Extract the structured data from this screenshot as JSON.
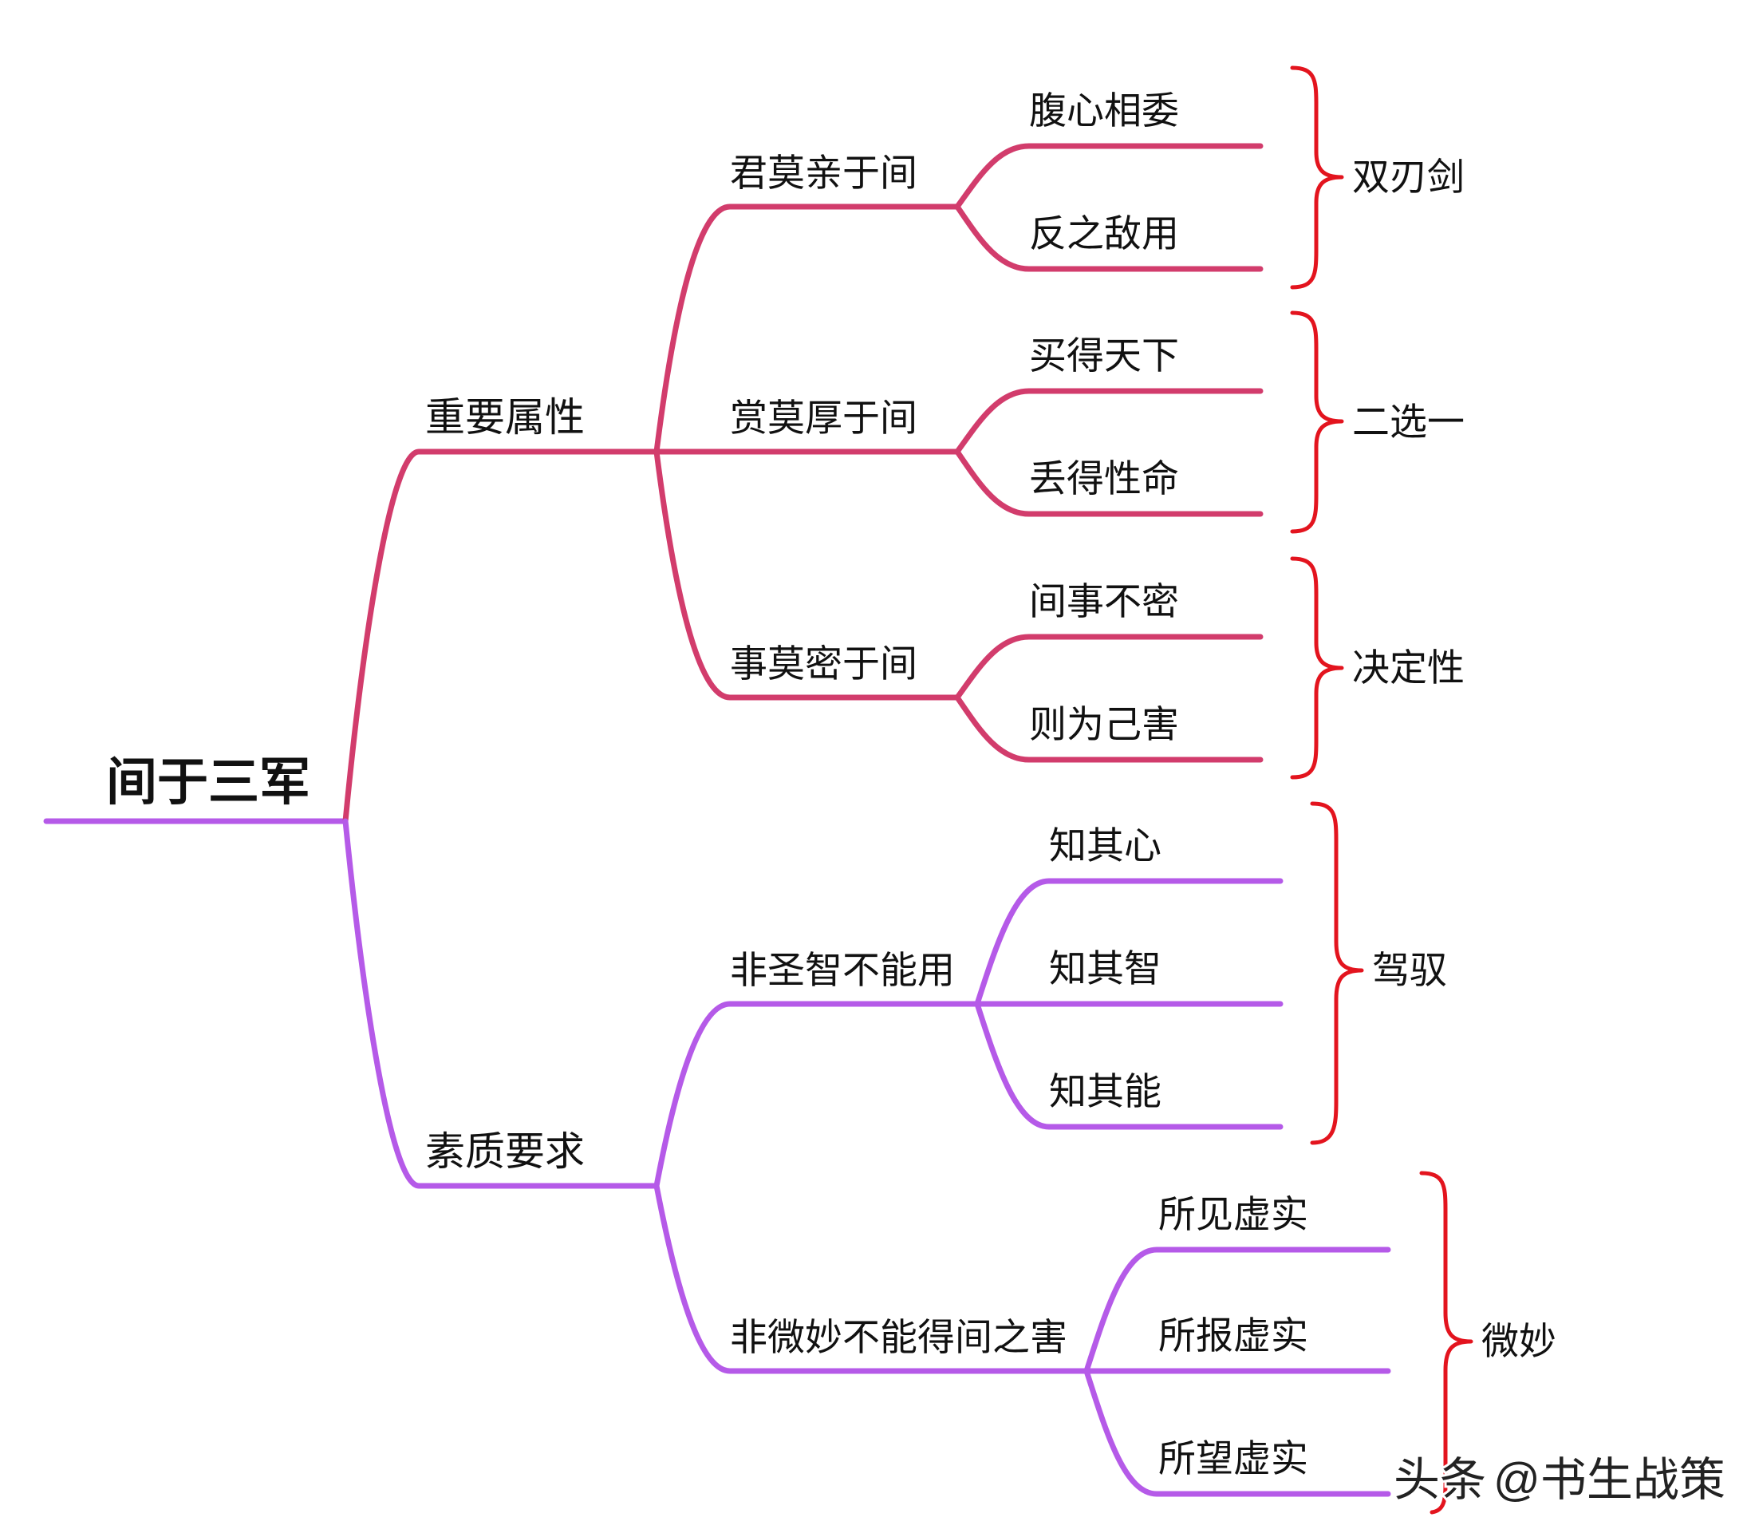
{
  "root": {
    "label": "间于三军"
  },
  "branches": [
    {
      "label": "重要属性",
      "color": "#d23c6c",
      "children": [
        {
          "label": "君莫亲于间",
          "leaves": [
            "腹心相委",
            "反之敌用"
          ],
          "note": "双刃剑"
        },
        {
          "label": "赏莫厚于间",
          "leaves": [
            "买得天下",
            "丢得性命"
          ],
          "note": "二选一"
        },
        {
          "label": "事莫密于间",
          "leaves": [
            "间事不密",
            "则为己害"
          ],
          "note": "决定性"
        }
      ]
    },
    {
      "label": "素质要求",
      "color": "#b55ae8",
      "children": [
        {
          "label": "非圣智不能用",
          "leaves": [
            "知其心",
            "知其智",
            "知其能"
          ],
          "note": "驾驭"
        },
        {
          "label": "非微妙不能得间之害",
          "leaves": [
            "所见虚实",
            "所报虚实",
            "所望虚实"
          ],
          "note": "微妙"
        }
      ]
    }
  ],
  "note_color": "#e3141e",
  "watermark": {
    "brand": "头条",
    "handle": "@书生战策"
  }
}
